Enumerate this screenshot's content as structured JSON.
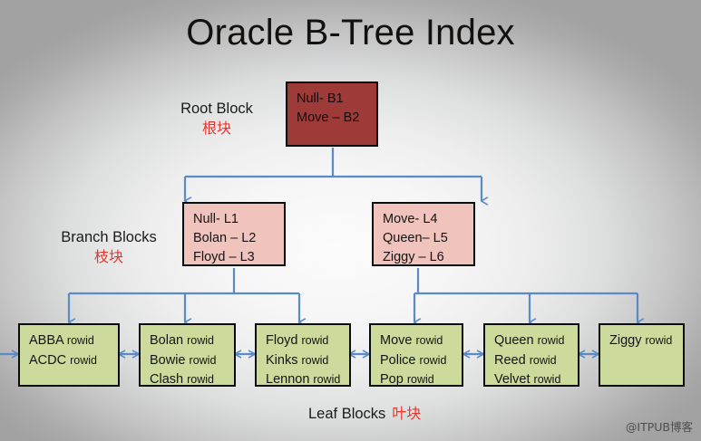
{
  "title": "Oracle B-Tree Index",
  "watermark": "@ITPUB博客",
  "colors": {
    "root_fill": "#9e3b38",
    "branch_fill": "#f0c3bd",
    "leaf_fill": "#ccda9c",
    "connector": "#5b8bc4",
    "border": "#0b0b0b",
    "accent_red_text": "#e8352c",
    "background_center": "#fbfbfc",
    "background_edge": "#a2a2a2"
  },
  "labels": {
    "root": {
      "en": "Root Block",
      "zh": "根块"
    },
    "branch": {
      "en": "Branch Blocks",
      "zh": "枝块"
    },
    "leaf": {
      "en": "Leaf Blocks",
      "zh": "叶块"
    }
  },
  "root_block": {
    "lines": [
      "Null- B1",
      "Move – B2"
    ]
  },
  "branch_blocks": [
    {
      "lines": [
        "Null- L1",
        "Bolan – L2",
        "Floyd – L3"
      ]
    },
    {
      "lines": [
        "Move- L4",
        "Queen– L5",
        "Ziggy – L6"
      ]
    }
  ],
  "leaf_blocks": [
    {
      "entries": [
        {
          "key": "ABBA",
          "rowid": "rowid"
        },
        {
          "key": "ACDC",
          "rowid": "rowid"
        }
      ]
    },
    {
      "entries": [
        {
          "key": "Bolan",
          "rowid": "rowid"
        },
        {
          "key": "Bowie",
          "rowid": "rowid"
        },
        {
          "key": "Clash",
          "rowid": "rowid"
        }
      ]
    },
    {
      "entries": [
        {
          "key": "Floyd",
          "rowid": "rowid"
        },
        {
          "key": "Kinks",
          "rowid": "rowid"
        },
        {
          "key": "Lennon",
          "rowid": "rowid"
        }
      ]
    },
    {
      "entries": [
        {
          "key": "Move",
          "rowid": "rowid"
        },
        {
          "key": "Police",
          "rowid": "rowid"
        },
        {
          "key": "Pop",
          "rowid": "rowid"
        }
      ]
    },
    {
      "entries": [
        {
          "key": "Queen",
          "rowid": "rowid"
        },
        {
          "key": "Reed",
          "rowid": "rowid"
        },
        {
          "key": "Velvet",
          "rowid": "rowid"
        }
      ]
    },
    {
      "entries": [
        {
          "key": "Ziggy",
          "rowid": "rowid"
        }
      ]
    }
  ]
}
